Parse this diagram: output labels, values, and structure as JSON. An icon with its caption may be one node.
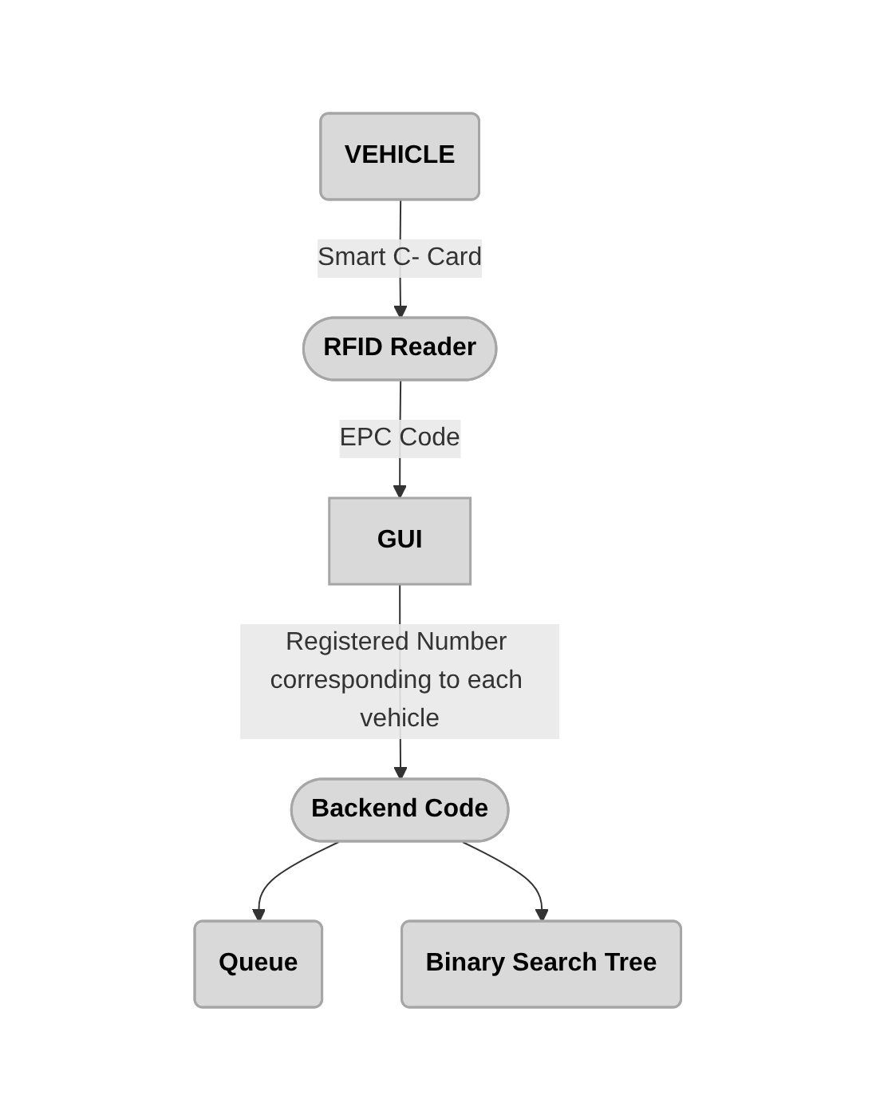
{
  "diagram": {
    "nodes": [
      {
        "text": [
          "VEHICLE"
        ]
      },
      {
        "text": [
          "RFID Reader"
        ]
      },
      {
        "text": [
          "GUI"
        ]
      },
      {
        "text": [
          "Backend Code"
        ]
      },
      {
        "text": [
          "Queue"
        ]
      },
      {
        "text": [
          "Binary Search Tree"
        ]
      }
    ],
    "edges": [
      {
        "from": 0,
        "to": 1,
        "arrow": "to",
        "label": "Smart C- Card"
      },
      {
        "from": 1,
        "to": 2,
        "arrow": "to",
        "label": "EPC Code"
      },
      {
        "from": 2,
        "to": 3,
        "arrow": "to",
        "label": "Registered Number corresponding to each vehicle"
      },
      {
        "from": 3,
        "to": 4,
        "arrow": "to"
      },
      {
        "from": 3,
        "to": 5,
        "arrow": "to"
      }
    ]
  }
}
